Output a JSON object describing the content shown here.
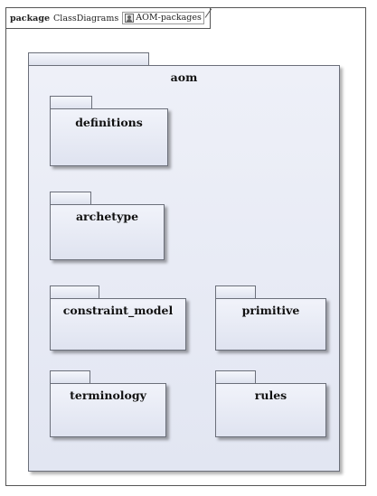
{
  "frame": {
    "kind": "package",
    "name": "ClassDiagrams",
    "tag": "AOM-packages"
  },
  "packages": {
    "aom": "aom",
    "definitions": "definitions",
    "archetype": "archetype",
    "constraint_model": "constraint_model",
    "primitive": "primitive",
    "terminology": "terminology",
    "rules": "rules"
  },
  "colors": {
    "package_fill_top": "#f1f3fa",
    "package_fill_bottom": "#dfe3f0",
    "package_border": "#6b6f7a"
  },
  "icons": {
    "diagram_tag": "person-icon"
  }
}
